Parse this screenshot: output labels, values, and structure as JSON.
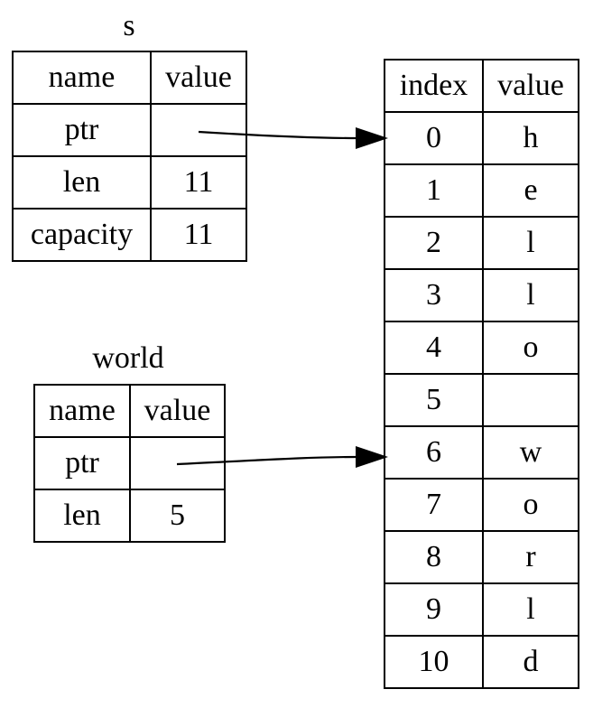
{
  "s": {
    "title": "s",
    "header": [
      "name",
      "value"
    ],
    "rows": [
      [
        "ptr",
        ""
      ],
      [
        "len",
        "11"
      ],
      [
        "capacity",
        "11"
      ]
    ]
  },
  "world": {
    "title": "world",
    "header": [
      "name",
      "value"
    ],
    "rows": [
      [
        "ptr",
        ""
      ],
      [
        "len",
        "5"
      ]
    ]
  },
  "heap": {
    "header": [
      "index",
      "value"
    ],
    "rows": [
      [
        "0",
        "h"
      ],
      [
        "1",
        "e"
      ],
      [
        "2",
        "l"
      ],
      [
        "3",
        "l"
      ],
      [
        "4",
        "o"
      ],
      [
        "5",
        ""
      ],
      [
        "6",
        "w"
      ],
      [
        "7",
        "o"
      ],
      [
        "8",
        "r"
      ],
      [
        "9",
        "l"
      ],
      [
        "10",
        "d"
      ]
    ]
  },
  "pointers": [
    {
      "from": "s.ptr",
      "to_index": "0"
    },
    {
      "from": "world.ptr",
      "to_index": "6"
    }
  ]
}
